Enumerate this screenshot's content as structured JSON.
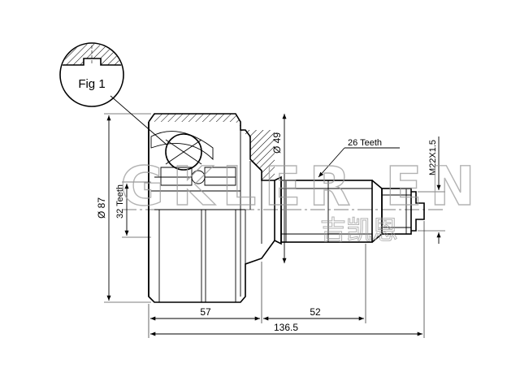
{
  "figure_label": "Fig 1",
  "watermark": {
    "brand": "GKLER EN",
    "sub": "吉凯恩"
  },
  "dimensions": {
    "diameter_outer": "Ø 87",
    "teeth_inner": "32 Teeth",
    "diameter_neck": "Ø 49",
    "teeth_outer": "26 Teeth",
    "thread": "M22X1.5",
    "length_body": "57",
    "length_stem": "52",
    "length_total": "136.5"
  }
}
